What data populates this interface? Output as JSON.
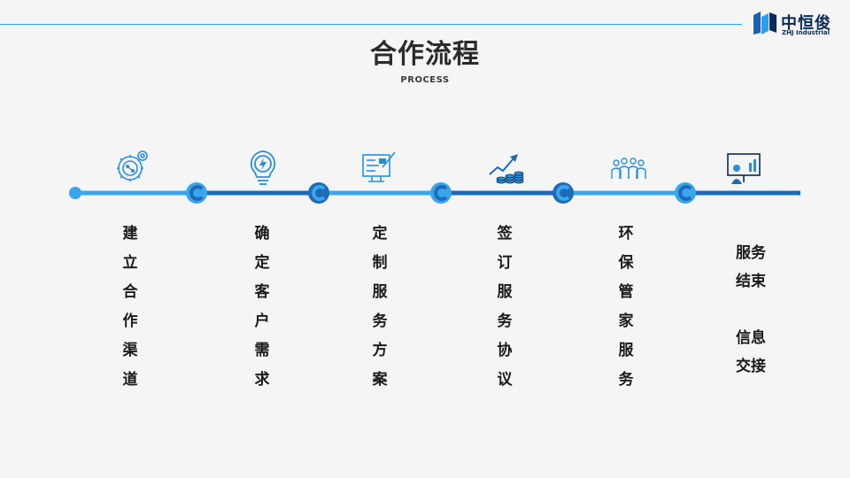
{
  "header": {
    "logo_cn": "中恒俊",
    "logo_en": "ZHJ Industrial",
    "title": "合作流程",
    "subtitle": "PROCESS"
  },
  "colors": {
    "accent": "#2aa0e6",
    "line_light": "#3aa6ec",
    "line_dark": "#1e6bb8",
    "icon": "#2a8fd8"
  },
  "steps": [
    {
      "icon": "gear-network-icon",
      "chars": [
        "建",
        "立",
        "合",
        "作",
        "渠",
        "道"
      ]
    },
    {
      "icon": "lightbulb-icon",
      "chars": [
        "确",
        "定",
        "客",
        "户",
        "需",
        "求"
      ]
    },
    {
      "icon": "presentation-board-icon",
      "chars": [
        "定",
        "制",
        "服",
        "务",
        "方",
        "案"
      ]
    },
    {
      "icon": "growth-chart-coins-icon",
      "chars": [
        "签",
        "订",
        "服",
        "务",
        "协",
        "议"
      ]
    },
    {
      "icon": "team-people-icon",
      "chars": [
        "环",
        "保",
        "管",
        "家",
        "服",
        "务"
      ]
    }
  ],
  "final_step": {
    "icon": "presenter-board-icon",
    "line1": "服务",
    "line2": "结束",
    "line3": "信息",
    "line4": "交接"
  }
}
